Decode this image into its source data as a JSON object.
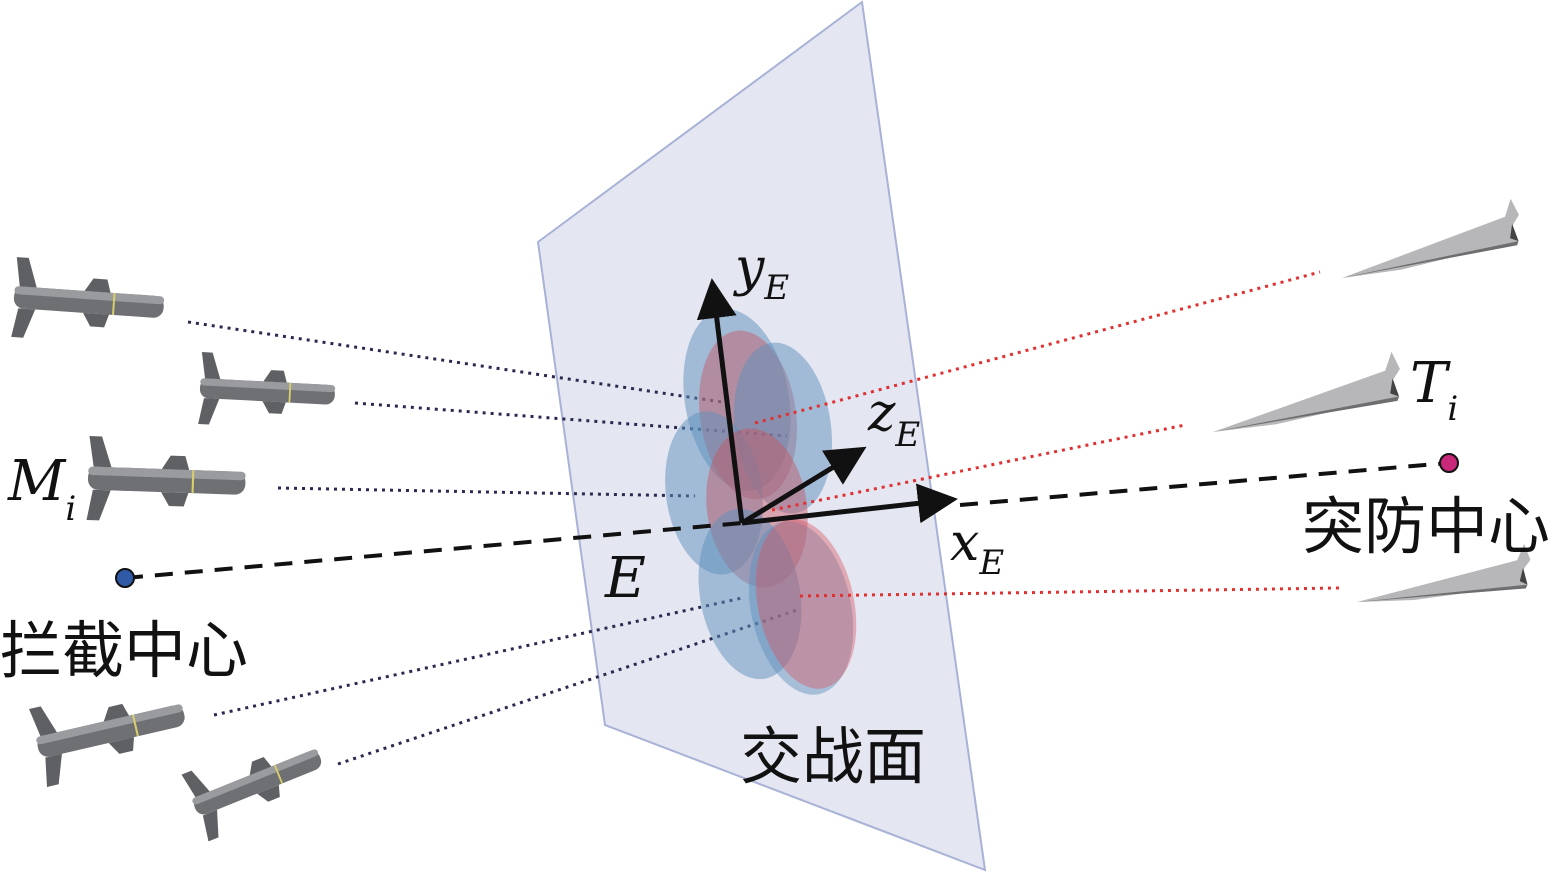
{
  "labels": {
    "axis_y": "y",
    "axis_y_sub": "E",
    "axis_z": "z",
    "axis_z_sub": "E",
    "axis_x": "x",
    "axis_x_sub": "E",
    "origin": "E",
    "interceptor": "M",
    "interceptor_sub": "i",
    "target": "T",
    "target_sub": "i",
    "intercept_center": "拦截中心",
    "penetration_center": "突防中心",
    "engagement_plane": "交战面"
  },
  "colors": {
    "plane": "#e4e6f2",
    "blue_region": "#5d8fbb",
    "red_region": "#c7545f",
    "intercept_point": "#2f5aa6",
    "target_point": "#c8287a",
    "red_line": "#e03030",
    "dark_line": "#2a2a50"
  }
}
